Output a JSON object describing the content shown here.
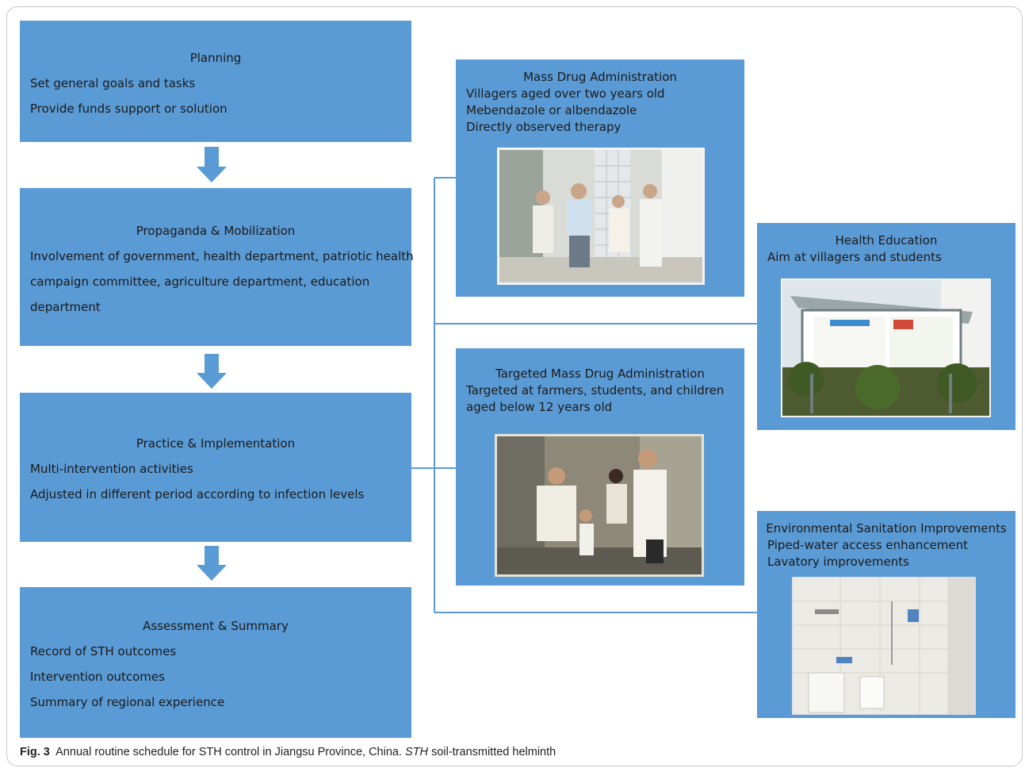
{
  "planning": {
    "title": "Planning",
    "lines": [
      "Set general goals and tasks",
      "Provide funds support or solution"
    ]
  },
  "propaganda": {
    "title": "Propaganda & Mobilization",
    "lines": [
      "Involvement of government, health department, patriotic health",
      "campaign committee, agriculture department, education",
      "department"
    ]
  },
  "practice": {
    "title": "Practice & Implementation",
    "lines": [
      "Multi-intervention activities",
      "Adjusted in different period according to infection levels"
    ]
  },
  "assessment": {
    "title": "Assessment & Summary",
    "lines": [
      "Record of STH outcomes",
      "Intervention outcomes",
      "Summary of regional experience"
    ]
  },
  "mda": {
    "title": "Mass Drug Administration",
    "lines": [
      "Villagers aged over two years old",
      "Mebendazole or albendazole",
      "Directly observed therapy"
    ]
  },
  "tmda": {
    "title": "Targeted Mass Drug Administration",
    "lines": [
      "Targeted at farmers, students, and children",
      "aged below 12 years old"
    ]
  },
  "health_ed": {
    "title": "Health Education",
    "lines": [
      "Aim at villagers and students"
    ]
  },
  "sanitation": {
    "title": "Environmental Sanitation Improvements",
    "lines": [
      "Piped-water access enhancement",
      "Lavatory improvements"
    ]
  },
  "caption": {
    "label": "Fig. 3",
    "text": "Annual routine schedule for STH control in Jiangsu Province, China.",
    "abbr": "STH",
    "abbr_def": "soil-transmitted helminth"
  },
  "colors": {
    "box": "#5b9bd5",
    "arrow": "#5b9bd5",
    "connector": "#5b9bd5"
  }
}
